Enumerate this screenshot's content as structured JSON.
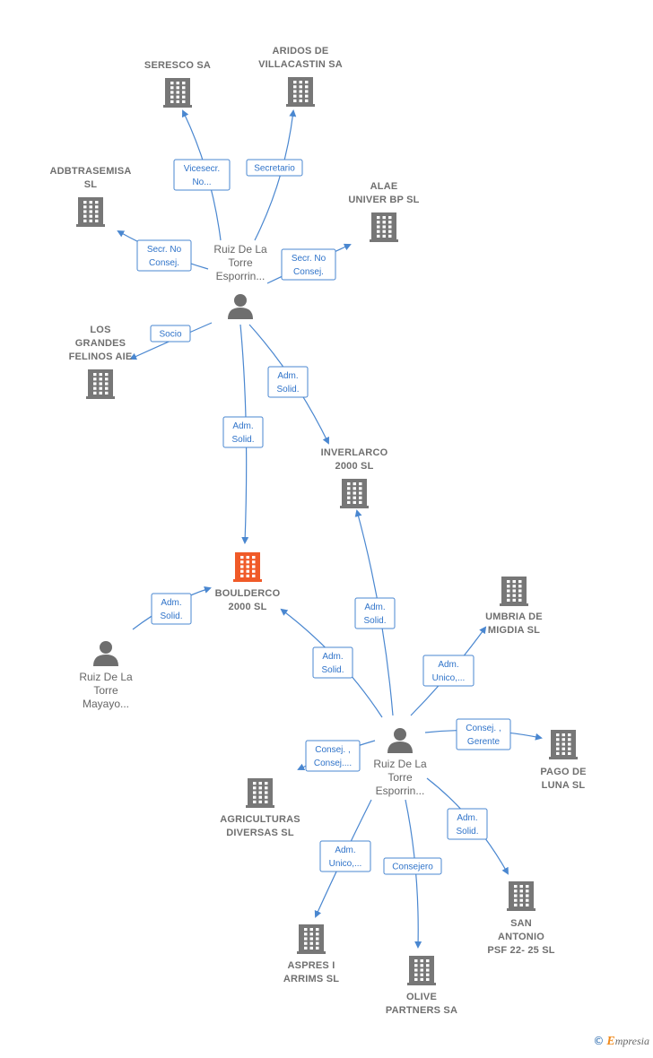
{
  "colors": {
    "building": "#777777",
    "focus": "#f05a28",
    "person": "#6e6e6e",
    "edge": "#4a87d0"
  },
  "nodes": [
    {
      "id": "seresco",
      "type": "company",
      "lines": [
        "SERESCO SA"
      ],
      "icon": "building-icon"
    },
    {
      "id": "aridos",
      "type": "company",
      "lines": [
        "ARIDOS DE",
        "VILLACASTIN SA"
      ],
      "icon": "building-icon"
    },
    {
      "id": "adbtrasemisa",
      "type": "company",
      "lines": [
        "ADBTRASEMISA",
        "SL"
      ],
      "icon": "building-icon"
    },
    {
      "id": "alae",
      "type": "company",
      "lines": [
        "ALAE",
        "UNIVER BP  SL"
      ],
      "icon": "building-icon"
    },
    {
      "id": "grandes",
      "type": "company",
      "lines": [
        "LOS",
        "GRANDES",
        "FELINOS AIE"
      ],
      "icon": "building-icon"
    },
    {
      "id": "inverlarco",
      "type": "company",
      "lines": [
        "INVERLARCO",
        "2000  SL"
      ],
      "icon": "building-icon"
    },
    {
      "id": "boulderco",
      "type": "company-focus",
      "lines": [
        "BOULDERCO",
        "2000  SL"
      ],
      "icon": "building-icon"
    },
    {
      "id": "umbria",
      "type": "company",
      "lines": [
        "UMBRIA DE",
        "MIGDIA SL"
      ],
      "icon": "building-icon"
    },
    {
      "id": "pago",
      "type": "company",
      "lines": [
        "PAGO DE",
        "LUNA SL"
      ],
      "icon": "building-icon"
    },
    {
      "id": "agriculturas",
      "type": "company",
      "lines": [
        "AGRICULTURAS",
        "DIVERSAS SL"
      ],
      "icon": "building-icon"
    },
    {
      "id": "sanantonio",
      "type": "company",
      "lines": [
        "SAN",
        "ANTONIO",
        "PSF 22- 25 SL"
      ],
      "icon": "building-icon"
    },
    {
      "id": "aspres",
      "type": "company",
      "lines": [
        "ASPRES I",
        "ARRIMS SL"
      ],
      "icon": "building-icon"
    },
    {
      "id": "olive",
      "type": "company",
      "lines": [
        "OLIVE",
        "PARTNERS SA"
      ],
      "icon": "building-icon"
    },
    {
      "id": "person_top",
      "type": "person",
      "lines": [
        "Ruiz De La",
        "Torre",
        "Esporrin..."
      ],
      "icon": "person-icon"
    },
    {
      "id": "person_left",
      "type": "person",
      "lines": [
        "Ruiz De La",
        "Torre",
        "Mayayo..."
      ],
      "icon": "person-icon"
    },
    {
      "id": "person_bottom",
      "type": "person",
      "lines": [
        "Ruiz De La",
        "Torre",
        "Esporrin..."
      ],
      "icon": "person-icon"
    }
  ],
  "edges": [
    {
      "from": "person_top",
      "to": "seresco",
      "label": [
        "Vicesecr.",
        "No..."
      ]
    },
    {
      "from": "person_top",
      "to": "aridos",
      "label": [
        "Secretario"
      ]
    },
    {
      "from": "person_top",
      "to": "adbtrasemisa",
      "label": [
        "Secr.  No",
        "Consej."
      ]
    },
    {
      "from": "person_top",
      "to": "alae",
      "label": [
        "Secr.  No",
        "Consej."
      ]
    },
    {
      "from": "person_top",
      "to": "grandes",
      "label": [
        "Socio"
      ]
    },
    {
      "from": "person_top",
      "to": "inverlarco",
      "label": [
        "Adm.",
        "Solid."
      ]
    },
    {
      "from": "person_top",
      "to": "boulderco",
      "label": [
        "Adm.",
        "Solid."
      ]
    },
    {
      "from": "person_left",
      "to": "boulderco",
      "label": [
        "Adm.",
        "Solid."
      ]
    },
    {
      "from": "person_bottom",
      "to": "boulderco",
      "label": [
        "Adm.",
        "Solid."
      ]
    },
    {
      "from": "person_bottom",
      "to": "inverlarco",
      "label": [
        "Adm.",
        "Solid."
      ]
    },
    {
      "from": "person_bottom",
      "to": "umbria",
      "label": [
        "Adm.",
        "Unico,..."
      ]
    },
    {
      "from": "person_bottom",
      "to": "pago",
      "label": [
        "Consej. ,",
        "Gerente"
      ]
    },
    {
      "from": "person_bottom",
      "to": "agriculturas",
      "label": [
        "Consej. ,",
        "Consej...."
      ]
    },
    {
      "from": "person_bottom",
      "to": "sanantonio",
      "label": [
        "Adm.",
        "Solid."
      ]
    },
    {
      "from": "person_bottom",
      "to": "aspres",
      "label": [
        "Adm.",
        "Unico,..."
      ]
    },
    {
      "from": "person_bottom",
      "to": "olive",
      "label": [
        "Consejero"
      ]
    }
  ],
  "footer": {
    "symbol": "©",
    "brand_initial": "E",
    "brand_rest": "mpresia"
  }
}
